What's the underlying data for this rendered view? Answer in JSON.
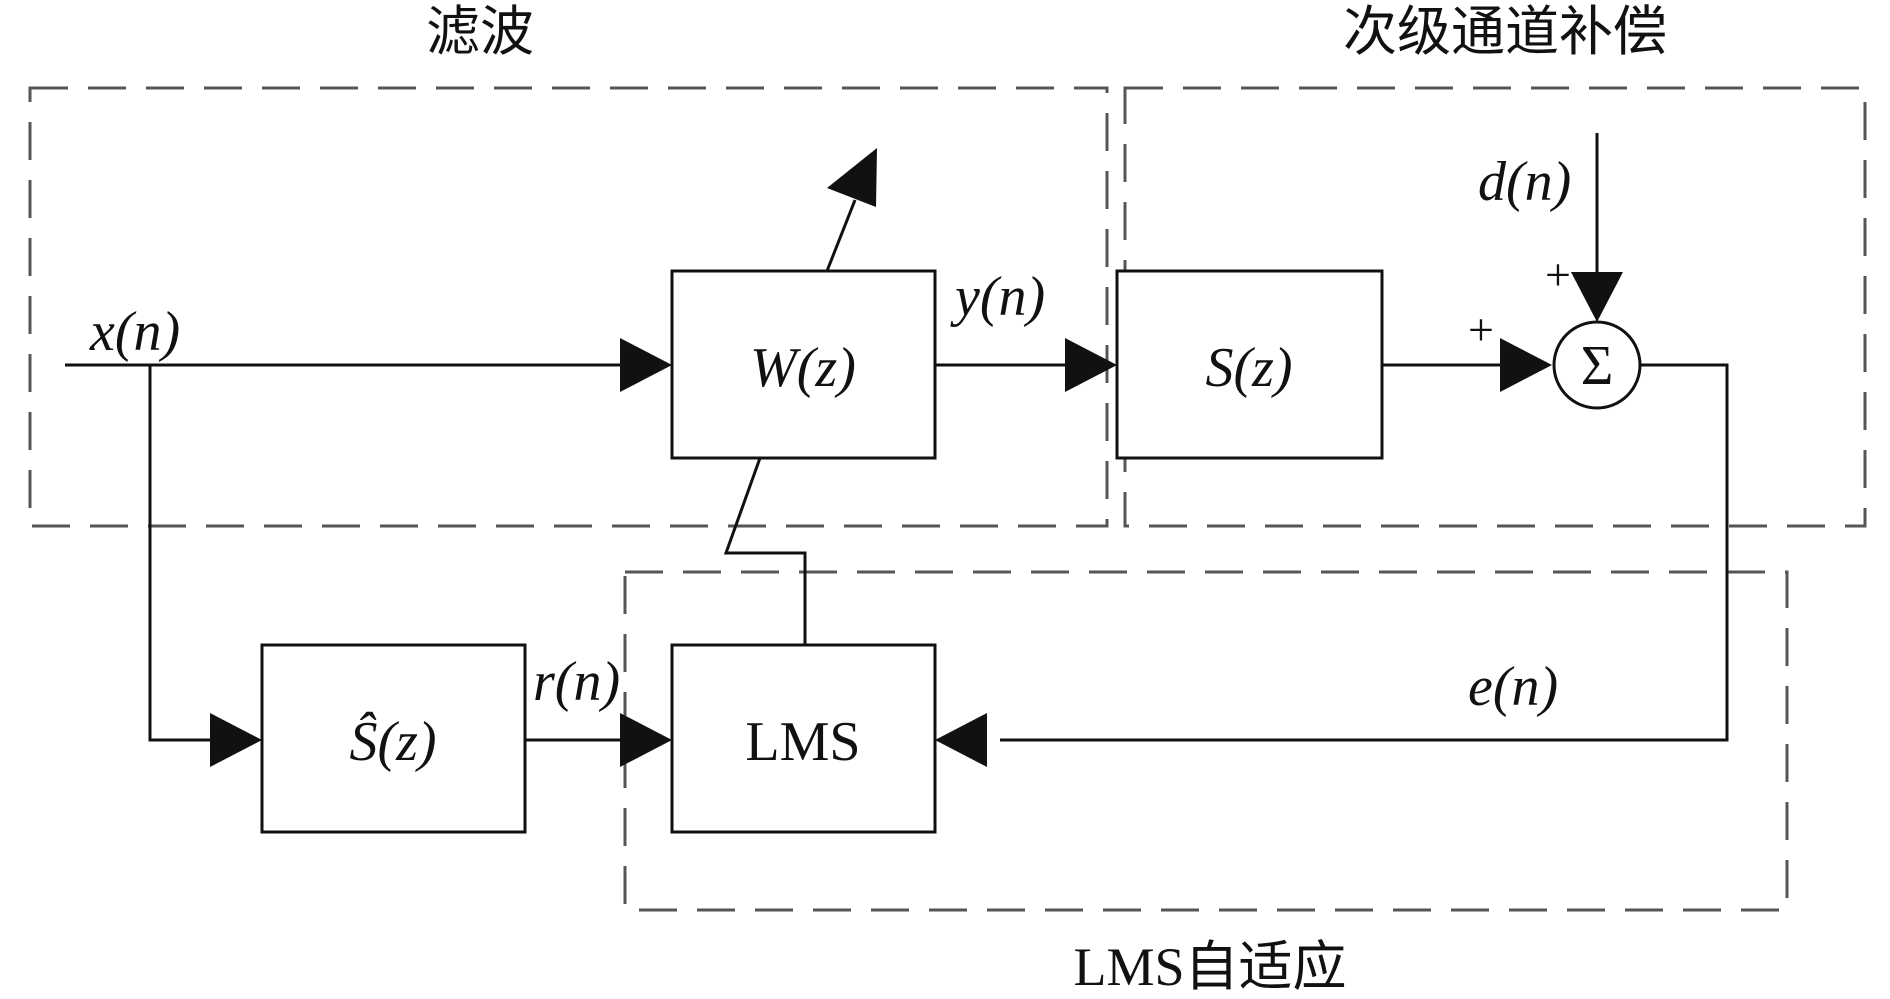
{
  "regions": {
    "filter": "滤波",
    "secondary_path": "次级通道补偿",
    "lms_adaptive": "LMS自适应"
  },
  "blocks": {
    "w": "W(z)",
    "s": "S(z)",
    "s_hat": "Ŝ(z)",
    "lms": "LMS",
    "sum": "Σ"
  },
  "signals": {
    "x": "x(n)",
    "y": "y(n)",
    "d": "d(n)",
    "r": "r(n)",
    "e": "e(n)"
  },
  "signs": {
    "d_input": "+",
    "s_input": "+"
  },
  "colors": {
    "line": "#111111",
    "dashed_border": "#555555",
    "background": "#ffffff"
  }
}
